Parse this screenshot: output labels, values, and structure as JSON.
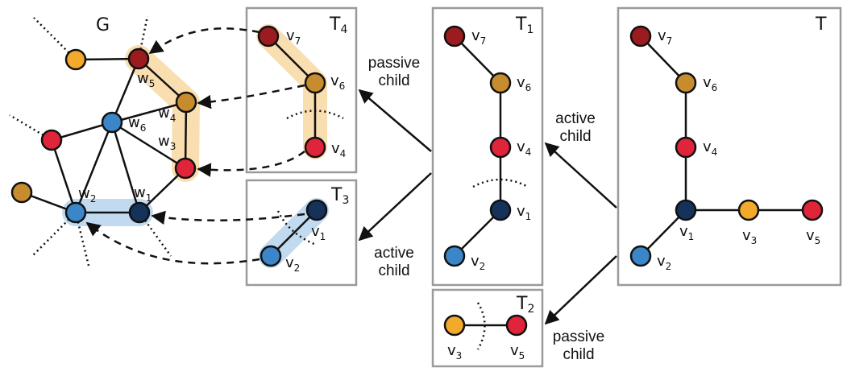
{
  "colors": {
    "darkred": "#9b1b1f",
    "bronze": "#c68c2e",
    "red": "#e0243a",
    "navy": "#15325a",
    "blue": "#3a86c8",
    "orange": "#f2a92c",
    "hl_orange": "#f9deb0",
    "hl_blue": "#c2daef"
  },
  "panels": {
    "G": {
      "title": "G"
    },
    "T4": {
      "title": "T",
      "title_sub": "4"
    },
    "T3": {
      "title": "T",
      "title_sub": "3"
    },
    "T1": {
      "title": "T",
      "title_sub": "1"
    },
    "T2": {
      "title": "T",
      "title_sub": "2"
    },
    "T": {
      "title": "T"
    }
  },
  "labels": {
    "v1": {
      "base": "v",
      "sub": "1"
    },
    "v2": {
      "base": "v",
      "sub": "2"
    },
    "v3": {
      "base": "v",
      "sub": "3"
    },
    "v4": {
      "base": "v",
      "sub": "4"
    },
    "v5": {
      "base": "v",
      "sub": "5"
    },
    "v6": {
      "base": "v",
      "sub": "6"
    },
    "v7": {
      "base": "v",
      "sub": "7"
    },
    "w1": {
      "base": "w",
      "sub": "1"
    },
    "w2": {
      "base": "w",
      "sub": "2"
    },
    "w3": {
      "base": "w",
      "sub": "3"
    },
    "w4": {
      "base": "w",
      "sub": "4"
    },
    "w5": {
      "base": "w",
      "sub": "5"
    },
    "w6": {
      "base": "w",
      "sub": "6"
    }
  },
  "captions": {
    "passive": [
      "passive",
      "child"
    ],
    "active": [
      "active",
      "child"
    ]
  }
}
